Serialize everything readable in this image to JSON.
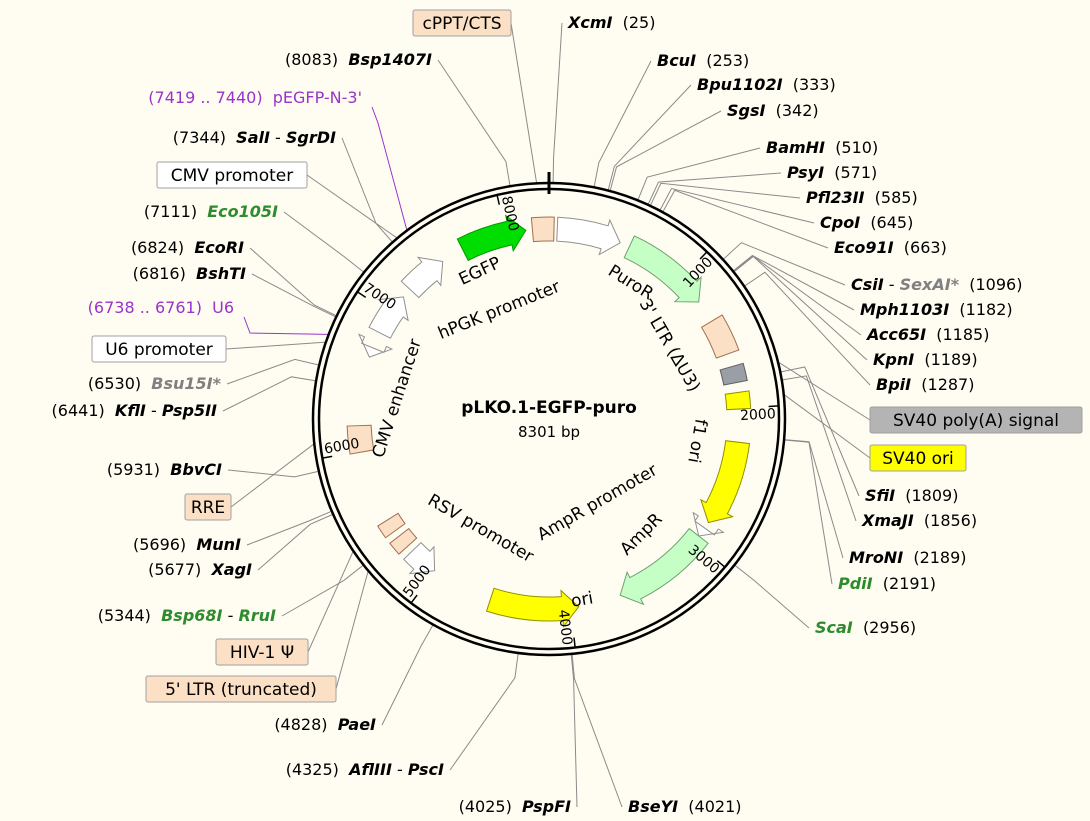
{
  "plasmid": {
    "name": "pLKO.1-EGFP-puro",
    "size": "8301 bp"
  },
  "ticks": [
    "1000",
    "2000",
    "3000",
    "4000",
    "5000",
    "6000",
    "7000",
    "8000"
  ],
  "primers": [
    {
      "range": "(7419 .. 7440)",
      "name": "pEGFP-N-3'"
    },
    {
      "range": "(6738 .. 6761)",
      "name": "U6"
    }
  ],
  "feature_boxes": [
    {
      "label": "cPPT/CTS",
      "color": "#fbe0c6"
    },
    {
      "label": "CMV promoter",
      "color": "#ffffff"
    },
    {
      "label": "U6 promoter",
      "color": "#ffffff"
    },
    {
      "label": "RRE",
      "color": "#fbe0c6"
    },
    {
      "label": "HIV-1 Ψ",
      "color": "#fbe0c6"
    },
    {
      "label": "5' LTR (truncated)",
      "color": "#fbe0c6"
    },
    {
      "label": "SV40 poly(A) signal",
      "color": "#b4b4b4"
    },
    {
      "label": "SV40 ori",
      "color": "#ffff00"
    }
  ],
  "features": {
    "egfp": "EGFP",
    "hpgk": "hPGK promoter",
    "puror": "PuroR",
    "ltr3": "3' LTR (ΔU3)",
    "f1ori": "f1 ori",
    "ampr_promoter": "AmpR promoter",
    "ampr": "AmpR",
    "ori": "ori",
    "rsv": "RSV promoter",
    "cmv_enhancer": "CMV enhancer"
  },
  "enzymes": [
    {
      "pos": "(25)",
      "parts": [
        {
          "t": "Xcm",
          "b": true
        },
        {
          "t": "I",
          "b": true
        }
      ]
    },
    {
      "pos": "(253)",
      "parts": [
        {
          "t": "BcuI"
        }
      ]
    },
    {
      "pos": "(333)",
      "parts": [
        {
          "t": "Bpu1102I"
        }
      ]
    },
    {
      "pos": "(342)",
      "parts": [
        {
          "t": "SgsI"
        }
      ]
    },
    {
      "pos": "(510)",
      "parts": [
        {
          "t": "BamHI"
        }
      ]
    },
    {
      "pos": "(571)",
      "parts": [
        {
          "t": "PsyI"
        }
      ]
    },
    {
      "pos": "(585)",
      "parts": [
        {
          "t": "Pfl23II"
        }
      ]
    },
    {
      "pos": "(645)",
      "parts": [
        {
          "t": "CpoI"
        }
      ]
    },
    {
      "pos": "(663)",
      "parts": [
        {
          "t": "Eco91I"
        }
      ]
    },
    {
      "pos": "(1096)",
      "parts": [
        {
          "t": "CsiI"
        },
        {
          "t": " - ",
          "plain": true
        },
        {
          "t": "SexAI*",
          "color": "#808080"
        }
      ]
    },
    {
      "pos": "(1182)",
      "parts": [
        {
          "t": "Mph1103I"
        }
      ]
    },
    {
      "pos": "(1185)",
      "parts": [
        {
          "t": "Acc65I"
        }
      ]
    },
    {
      "pos": "(1189)",
      "parts": [
        {
          "t": "KpnI"
        }
      ]
    },
    {
      "pos": "(1287)",
      "parts": [
        {
          "t": "BpiI"
        }
      ]
    },
    {
      "pos": "(1809)",
      "parts": [
        {
          "t": "SfiI"
        }
      ]
    },
    {
      "pos": "(1856)",
      "parts": [
        {
          "t": "XmaJI"
        }
      ]
    },
    {
      "pos": "(2189)",
      "parts": [
        {
          "t": "MroNI"
        }
      ]
    },
    {
      "pos": "(2191)",
      "parts": [
        {
          "t": "PdiI",
          "color": "#2e8b2e"
        }
      ]
    },
    {
      "pos": "(2956)",
      "parts": [
        {
          "t": "ScaI",
          "color": "#2e8b2e"
        }
      ]
    },
    {
      "pos": "(4021)",
      "parts": [
        {
          "t": "BseYI"
        }
      ]
    },
    {
      "pos": "(4025)",
      "parts": [
        {
          "t": "PspFI"
        }
      ]
    },
    {
      "pos": "(4325)",
      "parts": [
        {
          "t": "AflIII"
        },
        {
          "t": " - ",
          "plain": true
        },
        {
          "t": "PscI"
        }
      ]
    },
    {
      "pos": "(4828)",
      "parts": [
        {
          "t": "PaeI"
        }
      ]
    },
    {
      "pos": "(5344)",
      "parts": [
        {
          "t": "Bsp68I",
          "color": "#2e8b2e"
        },
        {
          "t": " - ",
          "plain": true
        },
        {
          "t": "RruI",
          "color": "#2e8b2e"
        }
      ]
    },
    {
      "pos": "(5677)",
      "parts": [
        {
          "t": "XagI"
        }
      ]
    },
    {
      "pos": "(5696)",
      "parts": [
        {
          "t": "MunI"
        }
      ]
    },
    {
      "pos": "(5931)",
      "parts": [
        {
          "t": "BbvCI"
        }
      ]
    },
    {
      "pos": "(6441)",
      "parts": [
        {
          "t": "KflI"
        },
        {
          "t": " - ",
          "plain": true
        },
        {
          "t": "Psp5II"
        }
      ]
    },
    {
      "pos": "(6530)",
      "parts": [
        {
          "t": "Bsu15I*",
          "color": "#808080"
        }
      ]
    },
    {
      "pos": "(6816)",
      "parts": [
        {
          "t": "BshTI"
        }
      ]
    },
    {
      "pos": "(6824)",
      "parts": [
        {
          "t": "EcoRI"
        }
      ]
    },
    {
      "pos": "(7111)",
      "parts": [
        {
          "t": "Eco105I",
          "color": "#2e8b2e"
        }
      ]
    },
    {
      "pos": "(7344)",
      "parts": [
        {
          "t": "SalI"
        },
        {
          "t": " - ",
          "plain": true
        },
        {
          "t": "SgrDI"
        }
      ]
    },
    {
      "pos": "(8083)",
      "parts": [
        {
          "t": "Bsp1407I"
        }
      ]
    }
  ]
}
